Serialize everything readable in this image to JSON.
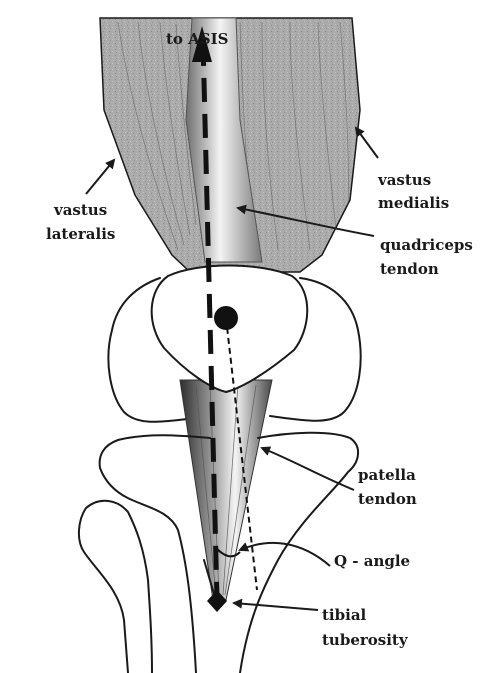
{
  "labels": {
    "asis": "to ASIS",
    "vastus_lateralis": [
      "vastus",
      "lateralis"
    ],
    "vastus_medialis": [
      "vastus",
      "medialis"
    ],
    "quadriceps_tendon": [
      "quadriceps",
      "tendon"
    ],
    "patella_tendon": [
      "patella",
      "tendon"
    ],
    "q_angle": "Q - angle",
    "tibial_tuberosity": [
      "tibial",
      "tuberosity"
    ]
  },
  "colors": {
    "muscle": "#a6a6a6",
    "outline": "#1a1a1a",
    "tendon_light": "#f2f2f2",
    "tendon_dark": "#3a3a3a"
  }
}
